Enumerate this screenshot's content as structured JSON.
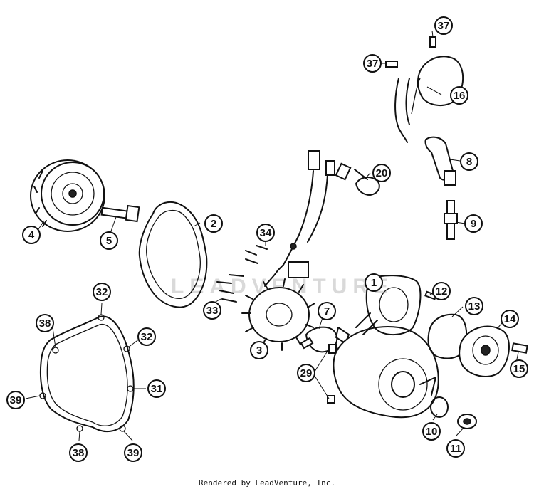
{
  "watermark": "LEADVENTURE",
  "callouts": [
    {
      "id": "c1",
      "label": "1"
    },
    {
      "id": "c2",
      "label": "2"
    },
    {
      "id": "c3",
      "label": "3"
    },
    {
      "id": "c4",
      "label": "4"
    },
    {
      "id": "c5",
      "label": "5"
    },
    {
      "id": "c7",
      "label": "7"
    },
    {
      "id": "c8",
      "label": "8"
    },
    {
      "id": "c9",
      "label": "9"
    },
    {
      "id": "c10",
      "label": "10"
    },
    {
      "id": "c11",
      "label": "11"
    },
    {
      "id": "c12",
      "label": "12"
    },
    {
      "id": "c13",
      "label": "13"
    },
    {
      "id": "c14",
      "label": "14"
    },
    {
      "id": "c15",
      "label": "15"
    },
    {
      "id": "c16",
      "label": "16"
    },
    {
      "id": "c20",
      "label": "20"
    },
    {
      "id": "c29",
      "label": "29"
    },
    {
      "id": "c31",
      "label": "31"
    },
    {
      "id": "c32a",
      "label": "32"
    },
    {
      "id": "c32b",
      "label": "32"
    },
    {
      "id": "c33",
      "label": "33"
    },
    {
      "id": "c34",
      "label": "34"
    },
    {
      "id": "c37a",
      "label": "37"
    },
    {
      "id": "c37b",
      "label": "37"
    },
    {
      "id": "c38a",
      "label": "38"
    },
    {
      "id": "c38b",
      "label": "38"
    },
    {
      "id": "c39a",
      "label": "39"
    },
    {
      "id": "c39b",
      "label": "39"
    }
  ],
  "footer": "Rendered by LeadVenture, Inc."
}
